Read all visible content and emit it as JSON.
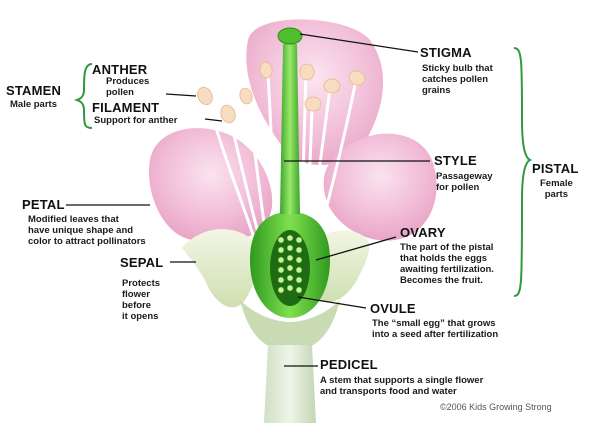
{
  "labels": {
    "stamen": {
      "title": "STAMEN",
      "desc": "Male parts"
    },
    "anther": {
      "title": "ANTHER",
      "desc": "Produces\npollen"
    },
    "filament": {
      "title": "FILAMENT",
      "desc": "Support for anther"
    },
    "stigma": {
      "title": "STIGMA",
      "desc": "Sticky bulb that\ncatches pollen\ngrains"
    },
    "style": {
      "title": "STYLE",
      "desc": "Passageway\nfor pollen"
    },
    "pistal": {
      "title": "PISTAL",
      "desc": "Female\nparts"
    },
    "petal": {
      "title": "PETAL",
      "desc": "Modified leaves that\nhave unique shape and\ncolor to attract pollinators"
    },
    "ovary": {
      "title": "OVARY",
      "desc": "The part of the pistal\nthat holds the eggs\nawaiting fertilization.\nBecomes the fruit."
    },
    "sepal": {
      "title": "SEPAL",
      "desc": "Protects\nflower\nbefore\nit opens"
    },
    "ovule": {
      "title": "OVULE",
      "desc": "The “small egg” that grows\ninto a seed after fertilization"
    },
    "pedicel": {
      "title": "PEDICEL",
      "desc": "A stem that supports a single flower\nand transports food and water"
    }
  },
  "copyright": "©2006 Kids Growing Strong",
  "colors": {
    "petal": "#f2bfd8",
    "petal_dark": "#e9a6c8",
    "sepal": "#dfe9c4",
    "pistil": "#5cc63a",
    "pistil_dark": "#2f8a1f",
    "pedicel": "#d9e6cf",
    "anther": "#f7dcc0",
    "bracket": "#2e9a3c"
  }
}
